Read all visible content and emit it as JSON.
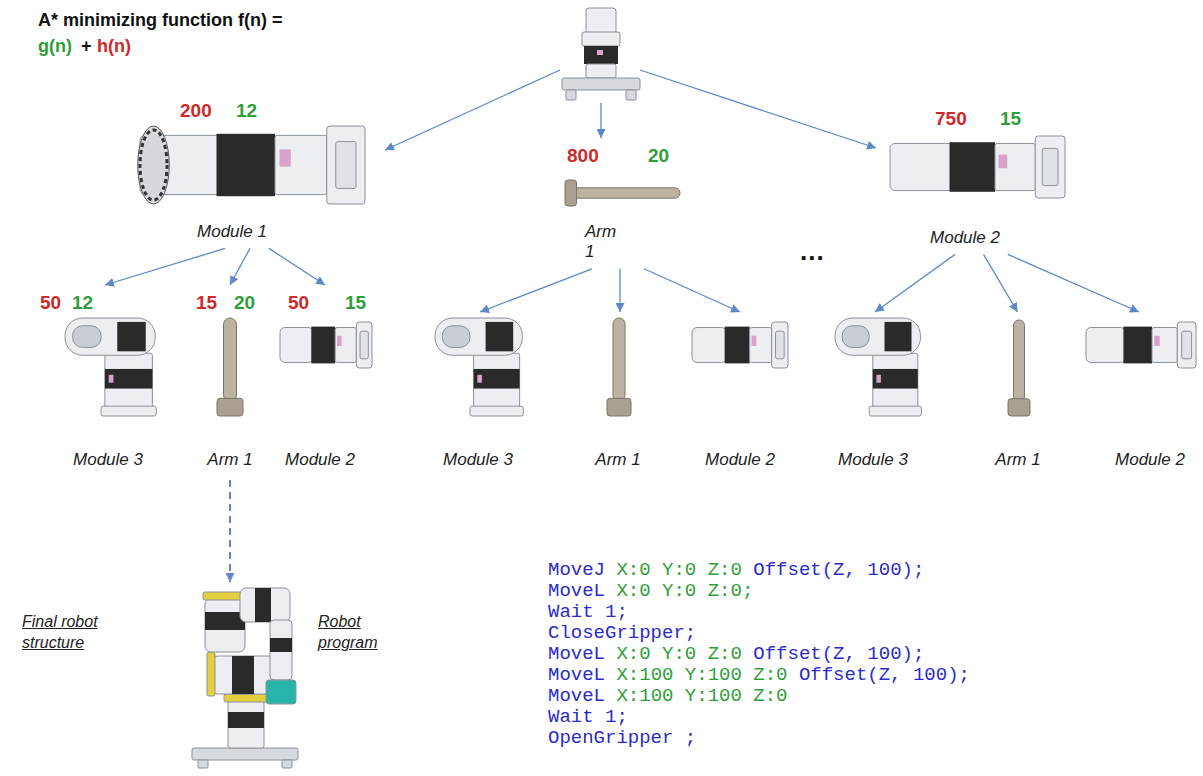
{
  "diagram": {
    "title": "A* minimizing function f(n) =",
    "nodes": [
      {
        "text": [
          "200",
          "12",
          "Module 1"
        ]
      },
      {
        "text": [
          "800",
          "20",
          "Arm 1"
        ]
      },
      {
        "text": [
          "750",
          "15",
          "Module 2"
        ]
      },
      {
        "text": [
          "50",
          "12",
          "Module 3"
        ]
      },
      {
        "text": [
          "15",
          "20",
          "Arm 1"
        ]
      },
      {
        "text": [
          "50",
          "15",
          "Module 2"
        ]
      },
      {
        "text": [
          "Module 3"
        ]
      },
      {
        "text": [
          "Arm 1"
        ]
      },
      {
        "text": [
          "Module 2"
        ]
      },
      {
        "text": [
          "Module 3"
        ]
      },
      {
        "text": [
          "Arm 1"
        ]
      },
      {
        "text": [
          "Module 2"
        ]
      }
    ],
    "edges": [
      {
        "from": 0,
        "to": 3,
        "arrow": "to"
      },
      {
        "from": 0,
        "to": 4,
        "arrow": "to"
      },
      {
        "from": 0,
        "to": 5,
        "arrow": "to"
      },
      {
        "from": 1,
        "to": 6,
        "arrow": "to"
      },
      {
        "from": 1,
        "to": 7,
        "arrow": "to"
      },
      {
        "from": 1,
        "to": 8,
        "arrow": "to"
      },
      {
        "from": 2,
        "to": 9,
        "arrow": "to"
      },
      {
        "from": 2,
        "to": 10,
        "arrow": "to"
      },
      {
        "from": 2,
        "to": 11,
        "arrow": "to"
      }
    ],
    "labels": [
      "g(n)",
      "+",
      "h(n)",
      "...",
      "Final robot structure",
      "Robot program",
      "MoveJ X:0 Y:0 Z:0 Offset(Z, 100);",
      "MoveL X:0 Y:0 Z:0;",
      "Wait 1;",
      "CloseGripper;",
      "MoveL X:0 Y:0 Z:0 Offset(Z, 100);",
      "MoveL X:100 Y:100 Z:0 Offset(Z, 100);",
      "MoveL X:100 Y:100 Z:0",
      "Wait 1;",
      "OpenGripper ;"
    ]
  }
}
